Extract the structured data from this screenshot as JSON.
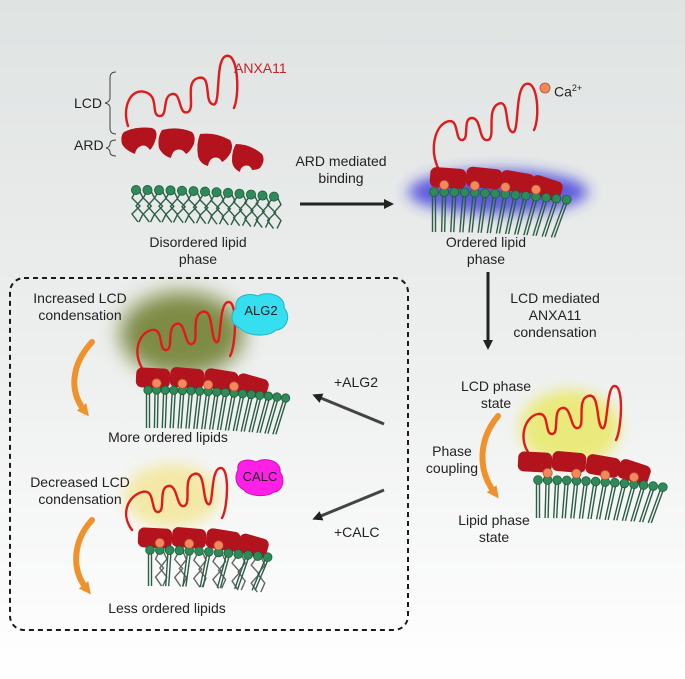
{
  "protein_label": "ANXA11",
  "lcd_label": "LCD",
  "ard_label": "ARD",
  "calcium_label": "Ca",
  "calcium_charge": "2+",
  "disordered_label_line1": "Disordered  lipid",
  "disordered_label_line2": "phase",
  "ard_binding_line1": "ARD mediated",
  "ard_binding_line2": "binding",
  "ordered_label_line1": "Ordered lipid",
  "ordered_label_line2": "phase",
  "lcd_condensation_line1": "LCD mediated",
  "lcd_condensation_line2": "ANXA11",
  "lcd_condensation_line3": "condensation",
  "lcd_phase_line1": "LCD phase",
  "lcd_phase_line2": "state",
  "phase_coupling_line1": "Phase",
  "phase_coupling_line2": "coupling",
  "lipid_phase_line1": "Lipid phase",
  "lipid_phase_line2": "state",
  "increased_line1": "Increased LCD",
  "increased_line2": "condensation",
  "alg2_label": "ALG2",
  "more_ordered": "More ordered lipids",
  "plus_alg2": "+ALG2",
  "decreased_line1": "Decreased LCD",
  "decreased_line2": "condensation",
  "calc_label": "CALC",
  "less_ordered": "Less ordered lipids",
  "plus_calc": "+CALC",
  "colors": {
    "lcd_red": "#e01b1b",
    "ard_dark_red": "#b3131d",
    "lipid_head": "#2f8a5a",
    "lipid_tail": "#2c5e45",
    "calcium": "#f08a5d",
    "arrow": "#222222",
    "orange_arrow": "#f0922b",
    "alg2": "#35dff0",
    "calc": "#ff1fe6",
    "membrane_glow": "#2d2ad8",
    "condensate_glow": "#e8e64a",
    "alg2_glow": "#5a6a10"
  }
}
